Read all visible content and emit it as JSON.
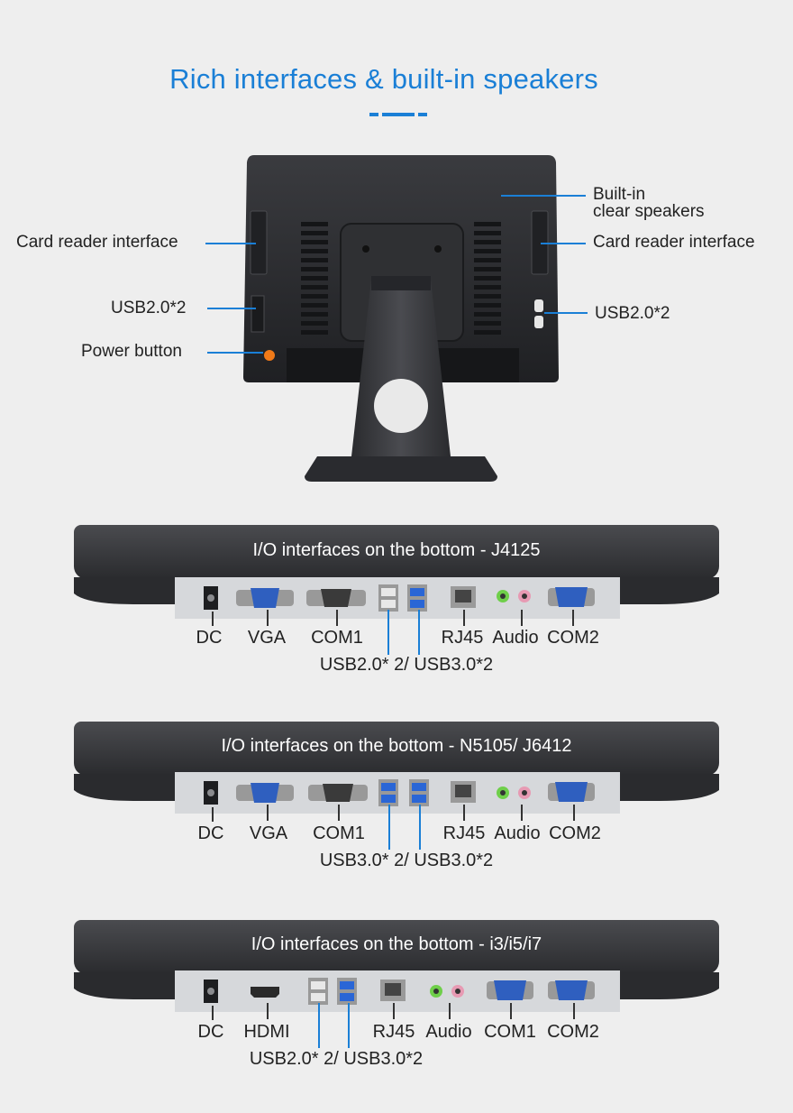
{
  "title": "Rich interfaces & built-in speakers",
  "colors": {
    "accent": "#1a7fd6",
    "device": "#2c2d30",
    "plate": "#d6d8db",
    "power": "#f07a18"
  },
  "callouts": {
    "card_reader_left": "Card reader interface",
    "usb_left": "USB2.0*2",
    "power_button": "Power button",
    "speakers_line1": "Built-in",
    "speakers_line2": "clear speakers",
    "card_reader_right": "Card reader interface",
    "usb_right": "USB2.0*2"
  },
  "panels": [
    {
      "title": "I/O interfaces on the bottom - J4125",
      "ports": [
        "DC",
        "VGA",
        "COM1",
        "RJ45",
        "Audio",
        "COM2"
      ],
      "usb": "USB2.0* 2/ USB3.0*2"
    },
    {
      "title": "I/O interfaces on the bottom - N5105/ J6412",
      "ports": [
        "DC",
        "VGA",
        "COM1",
        "RJ45",
        "Audio",
        "COM2"
      ],
      "usb": "USB3.0* 2/ USB3.0*2"
    },
    {
      "title": "I/O interfaces on the bottom - i3/i5/i7",
      "ports": [
        "DC",
        "HDMI",
        "RJ45",
        "Audio",
        "COM1",
        "COM2"
      ],
      "usb": "USB2.0* 2/ USB3.0*2"
    }
  ]
}
